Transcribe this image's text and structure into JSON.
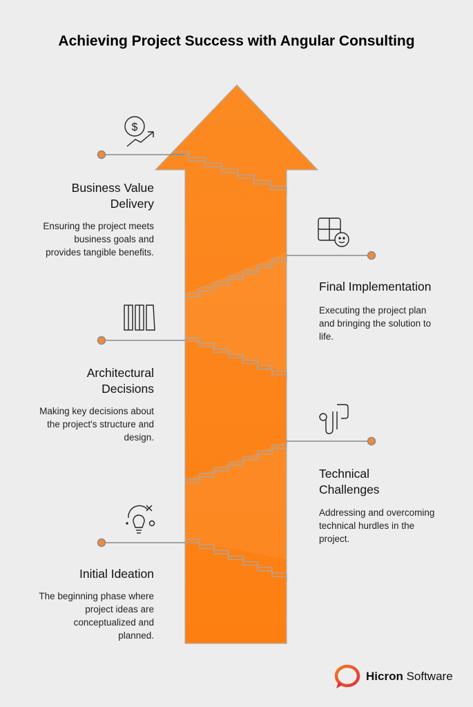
{
  "title": "Achieving Project Success with Angular Consulting",
  "colors": {
    "arrow": "#fb8a22",
    "connector": "#888888",
    "dot": "#f08a3c",
    "background": "#ededed"
  },
  "stages": [
    {
      "heading_line1": "Business Value",
      "heading_line2": "Delivery",
      "desc_line1": "Ensuring the project meets",
      "desc_line2": "business goals and",
      "desc_line3": "provides tangible benefits.",
      "icon": "dollar-growth-icon"
    },
    {
      "heading_line1": "Final Implementation",
      "desc_line1": "Executing the project plan",
      "desc_line2": "and bringing the solution to",
      "desc_line3": "life.",
      "icon": "puzzle-settings-icon"
    },
    {
      "heading_line1": "Architectural",
      "heading_line2": "Decisions",
      "desc_line1": "Making key decisions about",
      "desc_line2": "the project's structure and",
      "desc_line3": "design.",
      "icon": "columns-icon"
    },
    {
      "heading_line1": "Technical",
      "heading_line2": "Challenges",
      "desc_line1": "Addressing and overcoming",
      "desc_line2": "technical hurdles in the",
      "desc_line3": "project.",
      "icon": "path-pipe-icon"
    },
    {
      "heading_line1": "Initial Ideation",
      "desc_line1": "The beginning phase where",
      "desc_line2": "project ideas are",
      "desc_line3": "conceptualized and",
      "desc_line4": "planned.",
      "icon": "lightbulb-icon"
    }
  ],
  "footer": {
    "brand_bold": "Hicron",
    "brand_regular": " Software",
    "logo": "hicron-logo"
  }
}
